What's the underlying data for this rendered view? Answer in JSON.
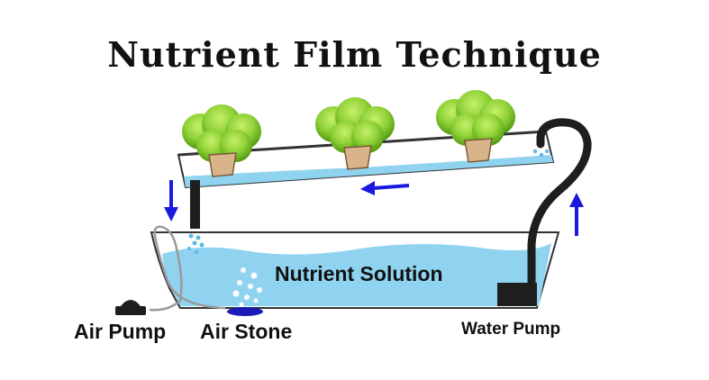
{
  "title": "Nutrient Film Technique",
  "labels": {
    "solution": "Nutrient Solution",
    "air_pump": "Air Pump",
    "air_stone": "Air Stone",
    "water_pump": "Water Pump"
  },
  "colors": {
    "water": "#8fd3f0",
    "water_light": "#b9e6f8",
    "arrow": "#1a1adf",
    "leaf_dark": "#5aa814",
    "leaf_light": "#a3e04a",
    "root_pot": "#d9b48a",
    "pipe": "#1e1e1e",
    "air_tube": "#9a9a9a"
  },
  "icons": [
    "lettuce-icon",
    "flow-arrow-icon",
    "air-bubbles-icon",
    "water-drops-icon"
  ]
}
